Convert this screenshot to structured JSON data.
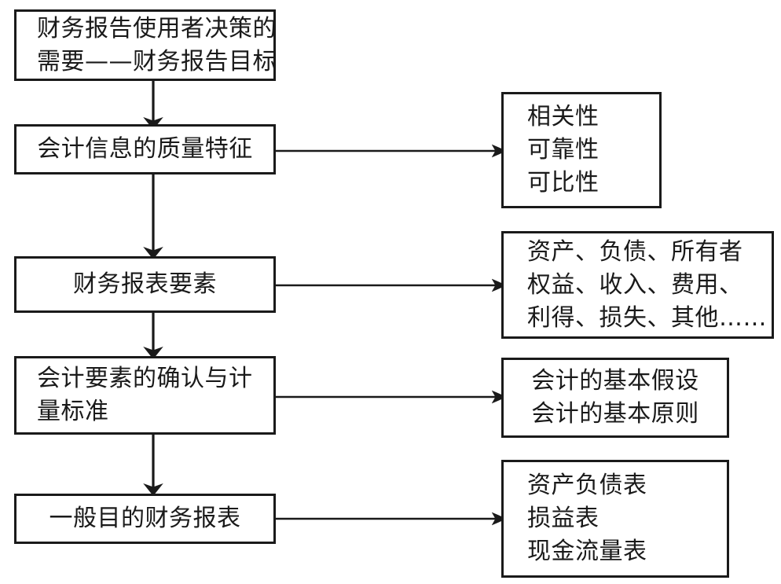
{
  "diagram": {
    "title_semantic": "financial-reporting-conceptual-framework-flowchart",
    "stroke_color": "#1a1a1a",
    "background_color": "#ffffff",
    "left_column": [
      {
        "id": "objective",
        "lines": "财务报告使用者决策的\n需要——财务报告目标",
        "align": "left"
      },
      {
        "id": "quality-characteristics",
        "lines": "会计信息的质量特征",
        "align": "center"
      },
      {
        "id": "statement-elements",
        "lines": "财务报表要素",
        "align": "center"
      },
      {
        "id": "recognition-measurement",
        "lines": "会计要素的确认与计\n量标准",
        "align": "left"
      },
      {
        "id": "general-purpose-statements",
        "lines": "一般目的财务报表",
        "align": "center"
      }
    ],
    "right_column": [
      {
        "id": "quality-detail",
        "lines": "相关性\n可靠性\n可比性",
        "align": "left"
      },
      {
        "id": "elements-detail",
        "lines": "资产、负债、所有者\n权益、收入、费用、\n利得、损失、其他……",
        "align": "left"
      },
      {
        "id": "standards-detail",
        "lines": "会计的基本假设\n会计的基本原则",
        "align": "center"
      },
      {
        "id": "statements-detail",
        "lines": "资产负债表\n损益表\n现金流量表",
        "align": "left"
      }
    ],
    "connectors": {
      "vertical_arrows": 4,
      "horizontal_arrows": 4
    }
  }
}
